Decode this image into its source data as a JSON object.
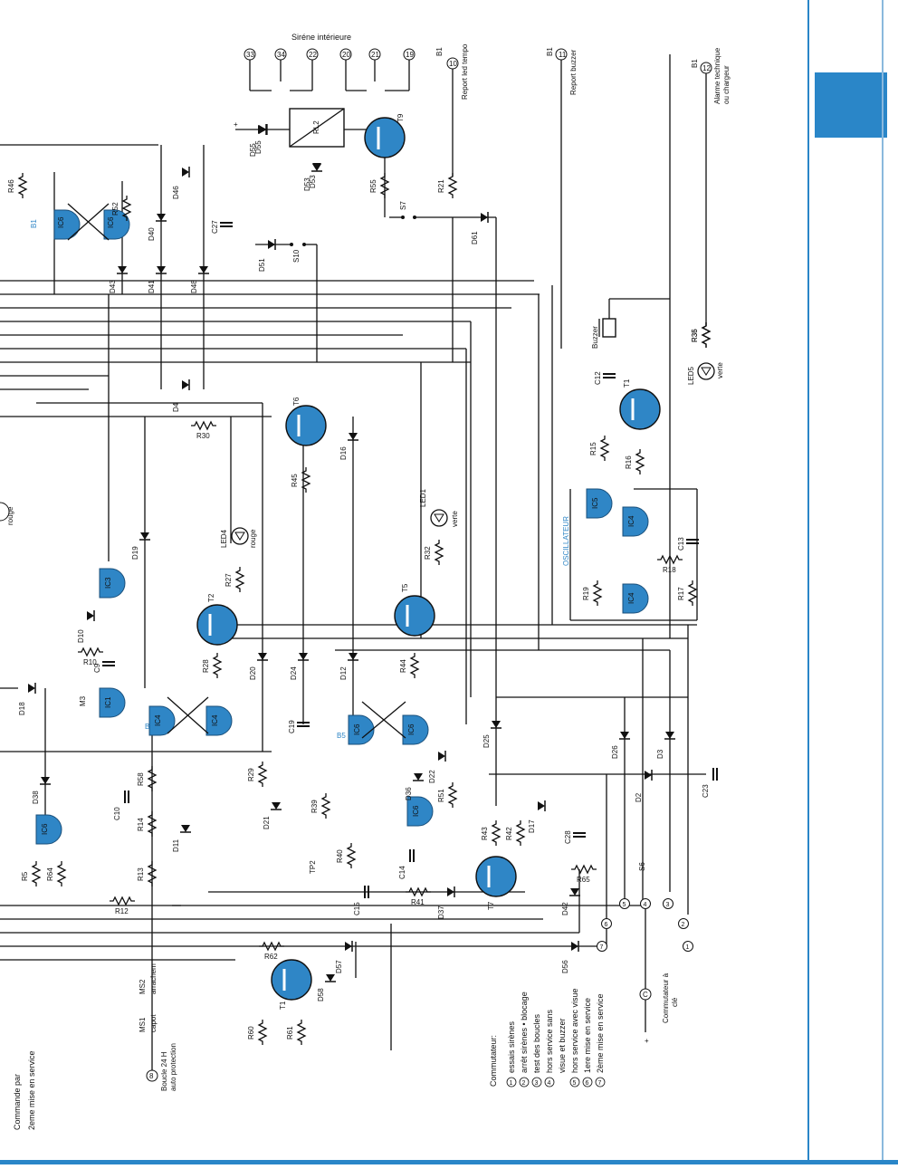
{
  "colors": {
    "component_blue": "#2f86c6",
    "frame_blue": "#2a86c8",
    "ink": "#111111"
  },
  "top_labels": {
    "sirene_interieure": "Siréne intérieure",
    "report_led_tempo": "Report led tempo",
    "report_buzzer": "Report buzzer",
    "alarme_technique": "Alarme technique",
    "alarme_technique_2": "ou chargeur",
    "b1": "B1",
    "oscillateur": "OSCILLATEUR"
  },
  "terminals_top": [
    "33",
    "34",
    "22",
    "20",
    "21",
    "19",
    "10",
    "11",
    "12"
  ],
  "left_text": {
    "line1": "Commande par",
    "line2": "2eme mise en service",
    "boucle1": "Boucle 24 H",
    "boucle2": "auto protection",
    "ms1": "MS1",
    "capot": "capot",
    "ms2": "MS2",
    "arrachem": "arrachem",
    "rouge": "rouge"
  },
  "commutateur": {
    "title": "Commutateur:",
    "items": [
      {
        "num": "1",
        "text": "essais sirènes"
      },
      {
        "num": "2",
        "text": "arrêt sirènes • blocage"
      },
      {
        "num": "3",
        "text": "test des boucles"
      },
      {
        "num": "4",
        "text": "hors service sans"
      },
      {
        "num": "",
        "text": "visue et buzzer"
      },
      {
        "num": "5",
        "text": "hors service avec visue"
      },
      {
        "num": "6",
        "text": "1ere mise en service"
      },
      {
        "num": "7",
        "text": "2ème mise en service"
      }
    ],
    "cle_label": "Commutateur à",
    "cle_label2": "clé",
    "cle_terminal": "C",
    "s6": "S6",
    "bottom_terminals": [
      "1",
      "2",
      "3",
      "4",
      "5",
      "6",
      "7"
    ]
  },
  "ic_labels": [
    "IC6",
    "IC6",
    "IC3",
    "IC1",
    "IC4",
    "IC4",
    "IC6",
    "IC6",
    "IC5",
    "IC4",
    "IC4",
    "IC6",
    "IC6"
  ],
  "block_labels": [
    "B1",
    "B4",
    "B5",
    "M3"
  ],
  "transistors": [
    "T9",
    "T6",
    "T2",
    "T5",
    "T7",
    "T1",
    "T1"
  ],
  "resistors": [
    "R46",
    "R52",
    "R55",
    "R21",
    "R36",
    "R30",
    "R45",
    "R32",
    "R27",
    "R28",
    "R44",
    "R10",
    "R15",
    "R16",
    "R18",
    "R19",
    "R17",
    "R58",
    "R14",
    "R13",
    "R12",
    "R5",
    "R64",
    "R29",
    "R39",
    "R40",
    "R41",
    "R43",
    "R42",
    "R51",
    "R65",
    "R62",
    "R60",
    "R61",
    "R35"
  ],
  "diodes": [
    "D46",
    "D40",
    "D41",
    "D43",
    "D48",
    "D4",
    "D55",
    "D53",
    "D51",
    "D61",
    "D19",
    "D16",
    "D10",
    "D18",
    "D38",
    "D11",
    "D20",
    "D24",
    "D12",
    "D22",
    "D25",
    "D26",
    "D3",
    "D2",
    "D21",
    "D36",
    "D37",
    "D17",
    "D42",
    "D56",
    "D57",
    "D58"
  ],
  "capacitors": [
    "C27",
    "C12",
    "C13",
    "C9",
    "C10",
    "C19",
    "C14",
    "C15",
    "C28",
    "C23"
  ],
  "leds": [
    {
      "ref": "LED4",
      "color": "rouge"
    },
    {
      "ref": "LED1",
      "color": "verte"
    },
    {
      "ref": "LED5",
      "color": "verte"
    }
  ],
  "other_parts": {
    "relay": "RL2",
    "buzzer": "Buzzer",
    "s7": "S7",
    "s10": "S10",
    "tp2": "TP2",
    "plus": "+"
  }
}
